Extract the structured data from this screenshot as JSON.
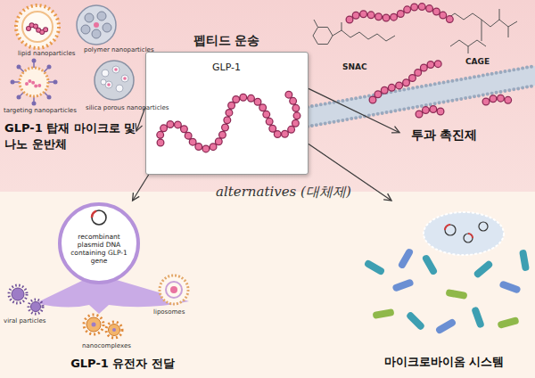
{
  "diagram": {
    "nodes": [
      {
        "text": [
          "펩티드 운송",
          "GLP-1",
          "alternatives (대체제)"
        ]
      },
      {
        "text": [
          "GLP-1 탑재 마이크로 및 나노 운반체"
        ]
      },
      {
        "text": [
          "투과 촉진제"
        ]
      },
      {
        "text": [
          "GLP-1 유전자 전달"
        ]
      },
      {
        "text": [
          "recombinant plasmid DNA containing GLP-1 gene"
        ],
        "in": 3
      },
      {
        "text": [
          "마이크로바이옴 시스템"
        ]
      }
    ],
    "edges": [
      {
        "from": 0,
        "to": 1,
        "arrow": "to"
      },
      {
        "from": 0,
        "to": 2,
        "arrow": "to"
      },
      {
        "from": 0,
        "to": 3,
        "arrow": "to"
      },
      {
        "from": 0,
        "to": 5,
        "arrow": "to"
      }
    ],
    "labels": [
      "lipid nanoparticles",
      "polymer nanoparticles",
      "targeting nanoparticles",
      "silica porous nanoparticles",
      "SNAC",
      "CAGE",
      "viral particles",
      "nanocomplexes",
      "liposomes"
    ]
  }
}
